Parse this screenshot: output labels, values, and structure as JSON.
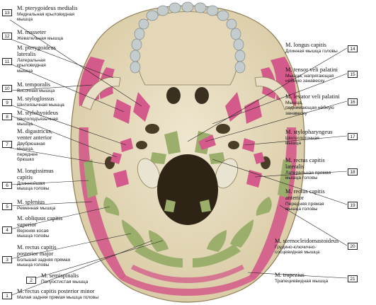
{
  "colors": {
    "bone": "#e6dcc3",
    "bone_dark": "#c8b990",
    "muscle_red": "#d35a8a",
    "muscle_green": "#9cae6b",
    "line": "#222222",
    "tooth": "#bfc6c8"
  },
  "labels": [
    {
      "num": "13",
      "latin": [
        "M. pterygoideus medialis"
      ],
      "russian": [
        "Медиальная крыловидная",
        "мышца"
      ]
    },
    {
      "num": "12",
      "latin": [
        "M. masseter"
      ],
      "russian": [
        "Жевательная мышца"
      ]
    },
    {
      "num": "11",
      "latin": [
        "M. pterygoideus",
        "lateralis"
      ],
      "russian": [
        "Латеральная",
        "крыловидная",
        "мышца"
      ]
    },
    {
      "num": "10",
      "latin": [
        "M. temporalis"
      ],
      "russian": [
        "Височная мышца"
      ]
    },
    {
      "num": "9",
      "latin": [
        "M. styloglossus"
      ],
      "russian": [
        "Шилоязычная мышца"
      ]
    },
    {
      "num": "8",
      "latin": [
        "M. stylohyoideus"
      ],
      "russian": [
        "Шилоподъязычная",
        "мышца"
      ]
    },
    {
      "num": "7",
      "latin": [
        "M. digastricus,",
        "venter anterior"
      ],
      "russian": [
        "Двубрюшная",
        "мышца,",
        "переднее",
        "брюшко"
      ]
    },
    {
      "num": "6",
      "latin": [
        "M. longissimus",
        "capitis"
      ],
      "russian": [
        "Длиннейшая",
        "мышца головы"
      ]
    },
    {
      "num": "5",
      "latin": [
        "M. splenius"
      ],
      "russian": [
        "Ременная мышца"
      ]
    },
    {
      "num": "4",
      "latin": [
        "M. obliquus capitis",
        "superior"
      ],
      "russian": [
        "Верхняя косая",
        "мышца головы"
      ]
    },
    {
      "num": "3",
      "latin": [
        "M. rectus capitis",
        "posterior major"
      ],
      "russian": [
        "Большая задняя прямая",
        "мышца головы"
      ]
    },
    {
      "num": "2",
      "latin": [
        "M. semispinalis"
      ],
      "russian": [
        "Полуостистая мышца"
      ]
    },
    {
      "num": "1",
      "latin": [
        "M. rectus capitis posterior minor"
      ],
      "russian": [
        "Малая задняя прямая мышца головы"
      ]
    },
    {
      "num": "14",
      "latin": [
        "M. longus capitis"
      ],
      "russian": [
        "Длинная мышца головы"
      ]
    },
    {
      "num": "15",
      "latin": [
        "M. tensor veli palatini"
      ],
      "russian": [
        "Мышца, напрягающая",
        "нёбную занавеску"
      ]
    },
    {
      "num": "16",
      "latin": [
        "M. levator veli palatini"
      ],
      "russian": [
        "Мышца,",
        "поднимающая нёбную",
        "занавеску"
      ]
    },
    {
      "num": "17",
      "latin": [
        "M. stylopharyngeus"
      ],
      "russian": [
        "Шилоглоточная",
        "мышца"
      ]
    },
    {
      "num": "18",
      "latin": [
        "M. rectus capitis",
        "lateralis"
      ],
      "russian": [
        "Латеральная прямая",
        "мышца головы"
      ]
    },
    {
      "num": "19",
      "latin": [
        "M. rectus capitis",
        "anterior"
      ],
      "russian": [
        "Передняя прямая",
        "мышца головы"
      ]
    },
    {
      "num": "20",
      "latin": [
        "M. sternocleidomastoideus"
      ],
      "russian": [
        "Грудино-ключично-",
        "сосцевидная мышца"
      ]
    },
    {
      "num": "21",
      "latin": [
        "M. trapezius"
      ],
      "russian": [
        "Трапециевидная мышца"
      ]
    }
  ]
}
